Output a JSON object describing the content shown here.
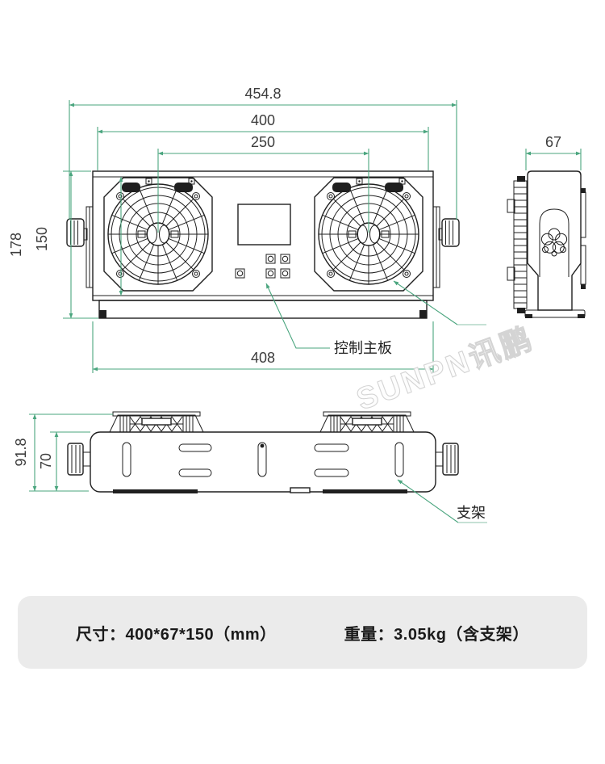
{
  "watermark": {
    "text": "SUNPN讯鹏"
  },
  "colors": {
    "dimension_green": "#4aa57e",
    "leader_light_green": "#a5cfbc",
    "line_dark": "#1f1f1f",
    "spec_bar_bg": "#ebebeb"
  },
  "front_view": {
    "dim_overall_width": "454.8",
    "dim_body_width": "400",
    "dim_fan_center_distance": "250",
    "dim_overall_height": "178",
    "dim_body_height": "150",
    "dim_bottom_width": "408",
    "control_board_label": "控制主板"
  },
  "side_view": {
    "dim_depth": "67"
  },
  "top_view": {
    "dim_overall_depth": "91.8",
    "dim_bracket_depth": "70",
    "bracket_label": "支架"
  },
  "spec_bar": {
    "size_label": "尺寸：400*67*150（mm）",
    "weight_label": "重量：3.05kg（含支架）"
  }
}
